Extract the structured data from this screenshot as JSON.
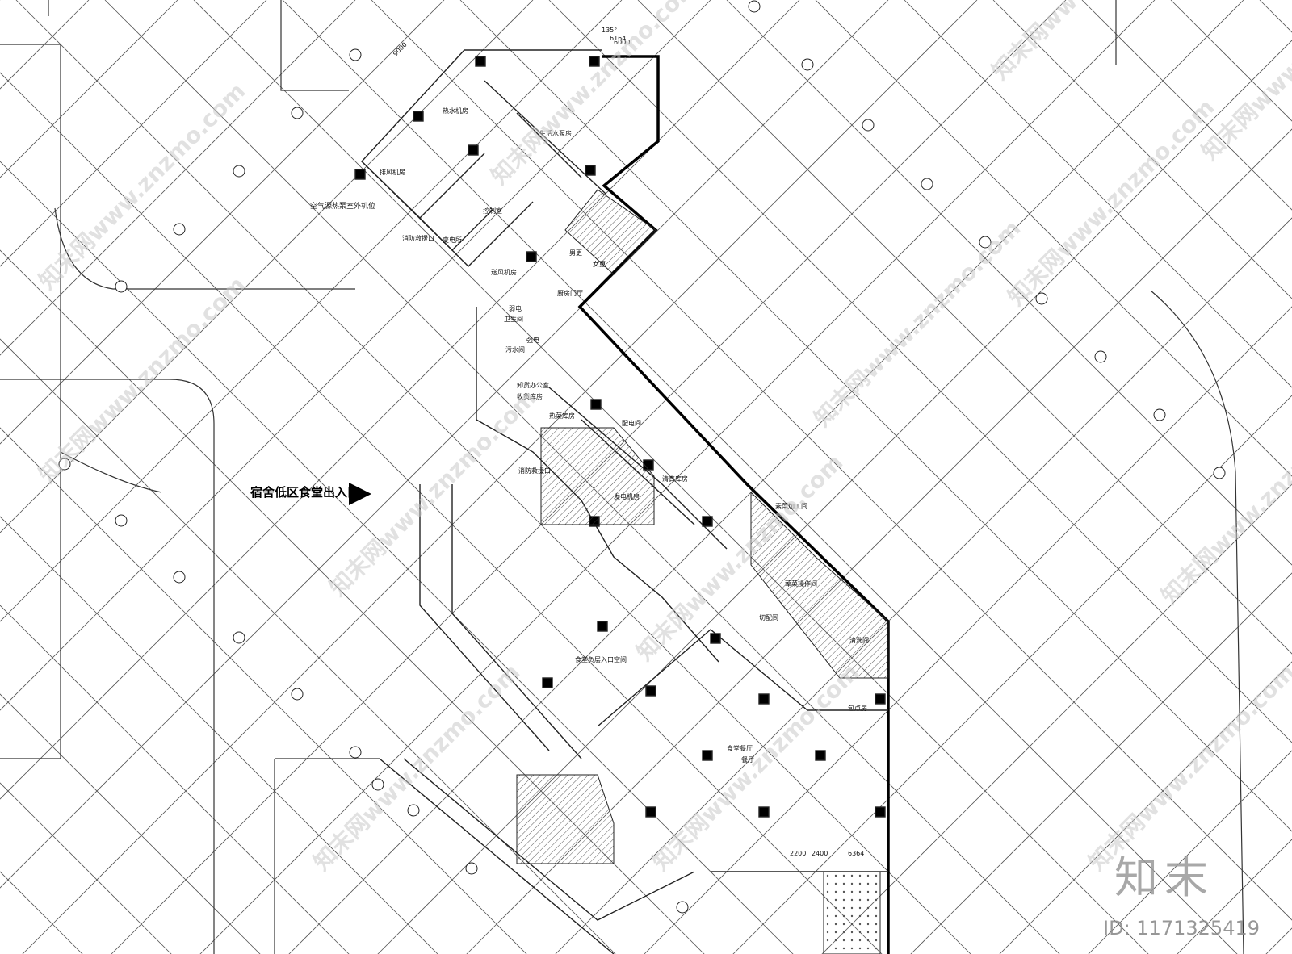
{
  "drawing": {
    "entrance_label": "宿舍低区食堂出入口",
    "rooms": [
      "热水机房",
      "生活水泵房",
      "排风机房",
      "空气源热泵室外机位",
      "消防救援口",
      "变电所",
      "控制室",
      "送风机房",
      "厨房门厅",
      "男更",
      "女更",
      "弱电",
      "强电",
      "污水间",
      "卫生间",
      "卸货办公室",
      "收货库房",
      "热菜库房",
      "配电间",
      "发电机房",
      "清真库房",
      "素菜加工间",
      "荤菜操作间",
      "切配间",
      "包点房",
      "食堂餐厅",
      "消防救援口",
      "食堂负层入口空间",
      "餐厅",
      "清洗间"
    ],
    "dimensions": [
      "9000",
      "6000",
      "6164",
      "2200",
      "2400",
      "6364",
      "135°"
    ]
  },
  "watermark": {
    "url_text": "www.znzmo.com",
    "cn_text": "知末网"
  },
  "logo": {
    "text": "知末",
    "id": "ID: 1171325419"
  }
}
